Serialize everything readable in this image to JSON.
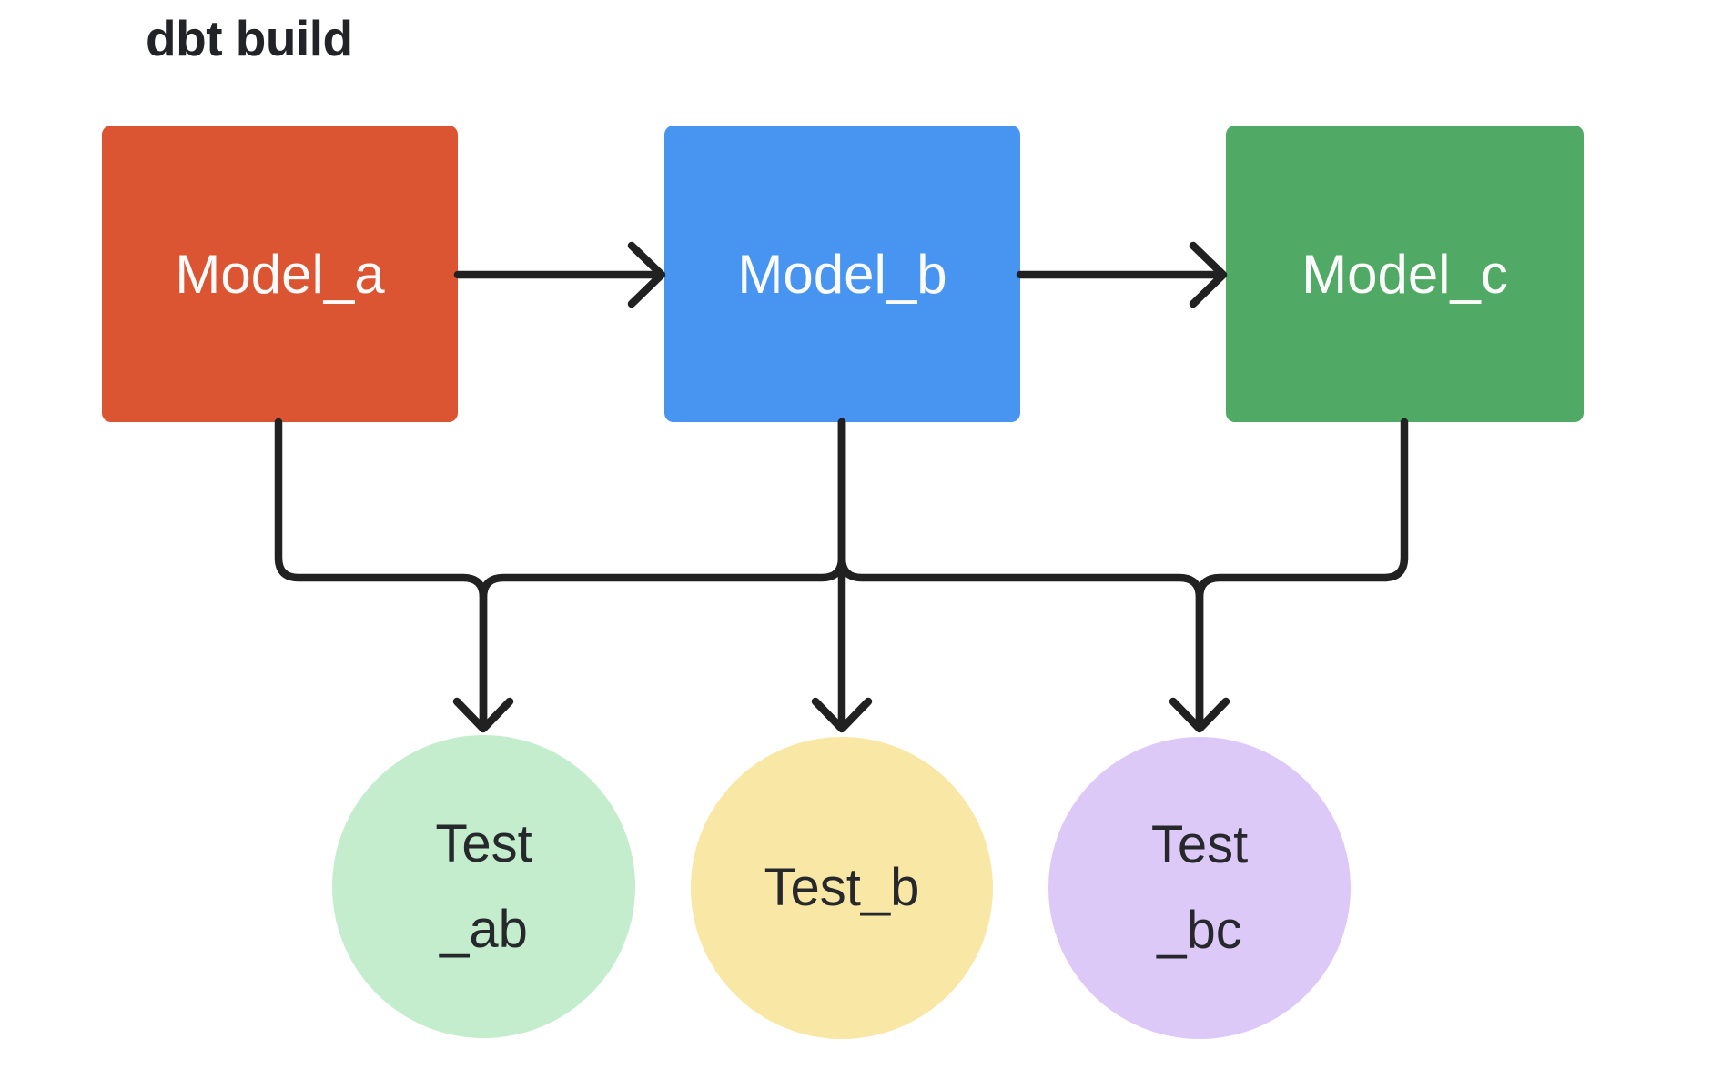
{
  "title": "dbt build",
  "colors": {
    "background": "#ffffff",
    "title_text": "#222326",
    "connector": "#212121",
    "model_label_text": "#fbfbfb",
    "test_label_text": "#26282b",
    "model_a": "#dc5532",
    "model_b": "#4795f1",
    "model_c": "#50a964",
    "test_ab": "#c3edcd",
    "test_b": "#f9e7a6",
    "test_bc": "#ddc9f8"
  },
  "nodes": {
    "models": [
      {
        "id": "model_a",
        "label": "Model_a",
        "shape": "rectangle"
      },
      {
        "id": "model_b",
        "label": "Model_b",
        "shape": "rectangle"
      },
      {
        "id": "model_c",
        "label": "Model_c",
        "shape": "rectangle"
      }
    ],
    "tests": [
      {
        "id": "test_ab",
        "label": "Test\n_ab",
        "shape": "circle"
      },
      {
        "id": "test_b",
        "label": "Test_b",
        "shape": "circle"
      },
      {
        "id": "test_bc",
        "label": "Test\n_bc",
        "shape": "circle"
      }
    ]
  },
  "edges": [
    {
      "from": "Model_a",
      "to": "Model_b"
    },
    {
      "from": "Model_b",
      "to": "Model_c"
    },
    {
      "from": "Model_a",
      "to": "Test_ab"
    },
    {
      "from": "Model_b",
      "to": "Test_ab"
    },
    {
      "from": "Model_b",
      "to": "Test_b"
    },
    {
      "from": "Model_b",
      "to": "Test_bc"
    },
    {
      "from": "Model_c",
      "to": "Test_bc"
    }
  ]
}
